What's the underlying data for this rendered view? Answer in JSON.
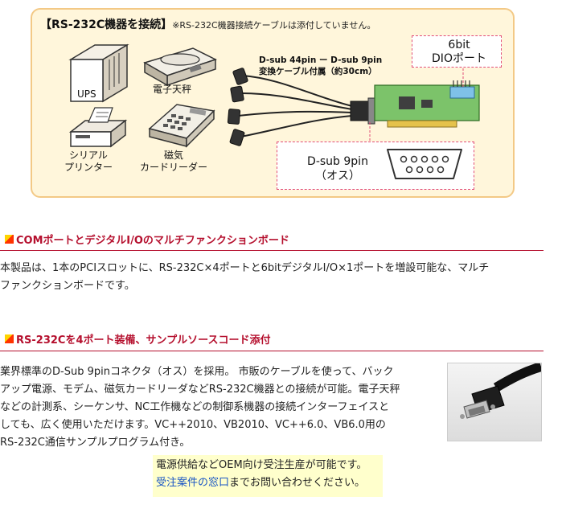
{
  "diagram": {
    "title": "【RS-232C機器を接続】",
    "title_note": "※RS-232C機器接続ケーブルは添付していません。",
    "devices": {
      "ups": "UPS",
      "scale": "電子天秤",
      "printer_line1": "シリアル",
      "printer_line2": "プリンター",
      "reader_line1": "磁気",
      "reader_line2": "カードリーダー"
    },
    "cable_line1": "D-sub 44pin ー D-sub 9pin",
    "cable_line2": "変換ケーブル付属（約30cm）",
    "dio_line1": "6bit",
    "dio_line2": "DIOポート",
    "dsub_line1": "D-sub 9pin",
    "dsub_line2": "（オス）"
  },
  "section1": {
    "heading": "COMポートとデジタルI/Oのマルチファンクションボード",
    "lines": [
      "本製品は、1本のPCIスロットに、RS-232C×4ポートと6bitデジタルI/O×1ポートを増設可能な、マルチ",
      "ファンクションボードです。"
    ]
  },
  "section2": {
    "heading": "RS-232Cを4ポート装備、サンプルソースコード添付",
    "lines": [
      "業界標準のD-Sub 9pinコネクタ（オス）を採用。 市販のケーブルを使って、バック",
      "アップ電源、モデム、磁気カードリーダなどRS-232C機器との接続が可能。電子天秤",
      "などの計測系、シーケンサ、NC工作機などの制御系機器の接続インターフェイスと",
      "しても、広く使用いただけます。VC++2010、VB2010、VC++6.0、VB6.0用の",
      "RS-232C通信サンプルプログラム付き。"
    ]
  },
  "notice": {
    "line1": "電源供給などOEM向け受注生産が可能です。",
    "link_text": "受注案件の窓口",
    "line2_suffix": "までお問い合わせください。"
  },
  "colors": {
    "heading": "#b5102e",
    "link": "#1a56c4",
    "notice_bg": "#ffffcc",
    "diagram_bg": "#fff6db",
    "diagram_border": "#f3c986"
  }
}
